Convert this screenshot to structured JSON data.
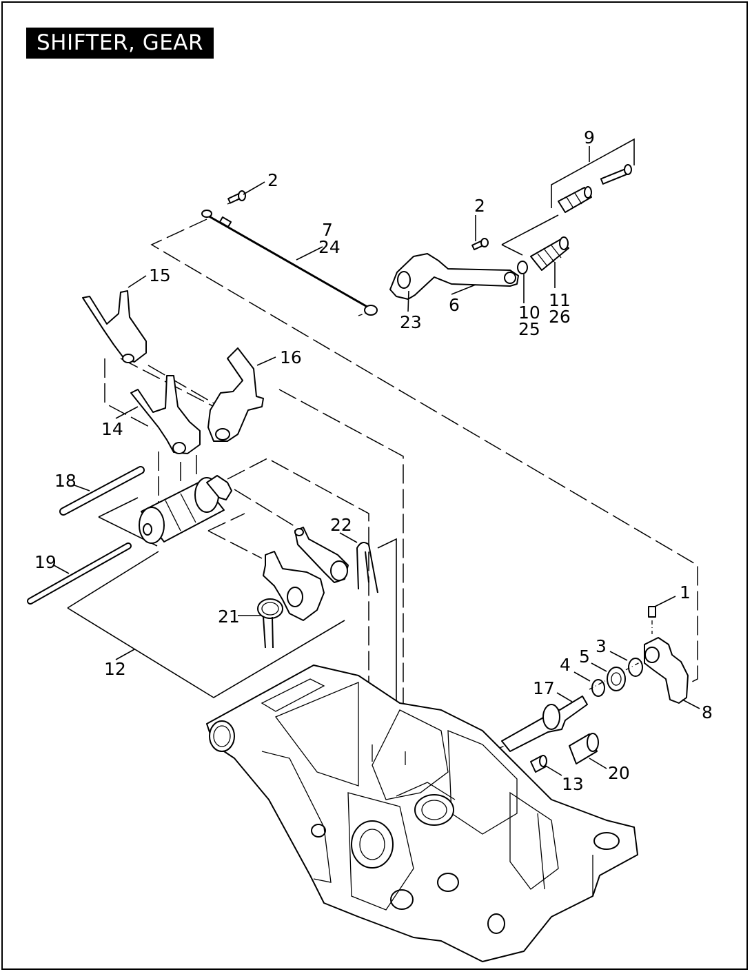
{
  "title": "SHIFTER, GEAR",
  "callouts": [
    {
      "id": "c1",
      "text": "1"
    },
    {
      "id": "c2a",
      "text": "2"
    },
    {
      "id": "c2b",
      "text": "2"
    },
    {
      "id": "c3",
      "text": "3"
    },
    {
      "id": "c4",
      "text": "4"
    },
    {
      "id": "c5",
      "text": "5"
    },
    {
      "id": "c6",
      "text": "6"
    },
    {
      "id": "c7",
      "text": "7"
    },
    {
      "id": "c24",
      "text": "24"
    },
    {
      "id": "c8",
      "text": "8"
    },
    {
      "id": "c9",
      "text": "9"
    },
    {
      "id": "c10",
      "text": "10"
    },
    {
      "id": "c25",
      "text": "25"
    },
    {
      "id": "c11",
      "text": "11"
    },
    {
      "id": "c26",
      "text": "26"
    },
    {
      "id": "c12",
      "text": "12"
    },
    {
      "id": "c13",
      "text": "13"
    },
    {
      "id": "c14",
      "text": "14"
    },
    {
      "id": "c15",
      "text": "15"
    },
    {
      "id": "c16",
      "text": "16"
    },
    {
      "id": "c17",
      "text": "17"
    },
    {
      "id": "c18",
      "text": "18"
    },
    {
      "id": "c19",
      "text": "19"
    },
    {
      "id": "c20",
      "text": "20"
    },
    {
      "id": "c21",
      "text": "21"
    },
    {
      "id": "c22",
      "text": "22"
    },
    {
      "id": "c23",
      "text": "23"
    }
  ]
}
